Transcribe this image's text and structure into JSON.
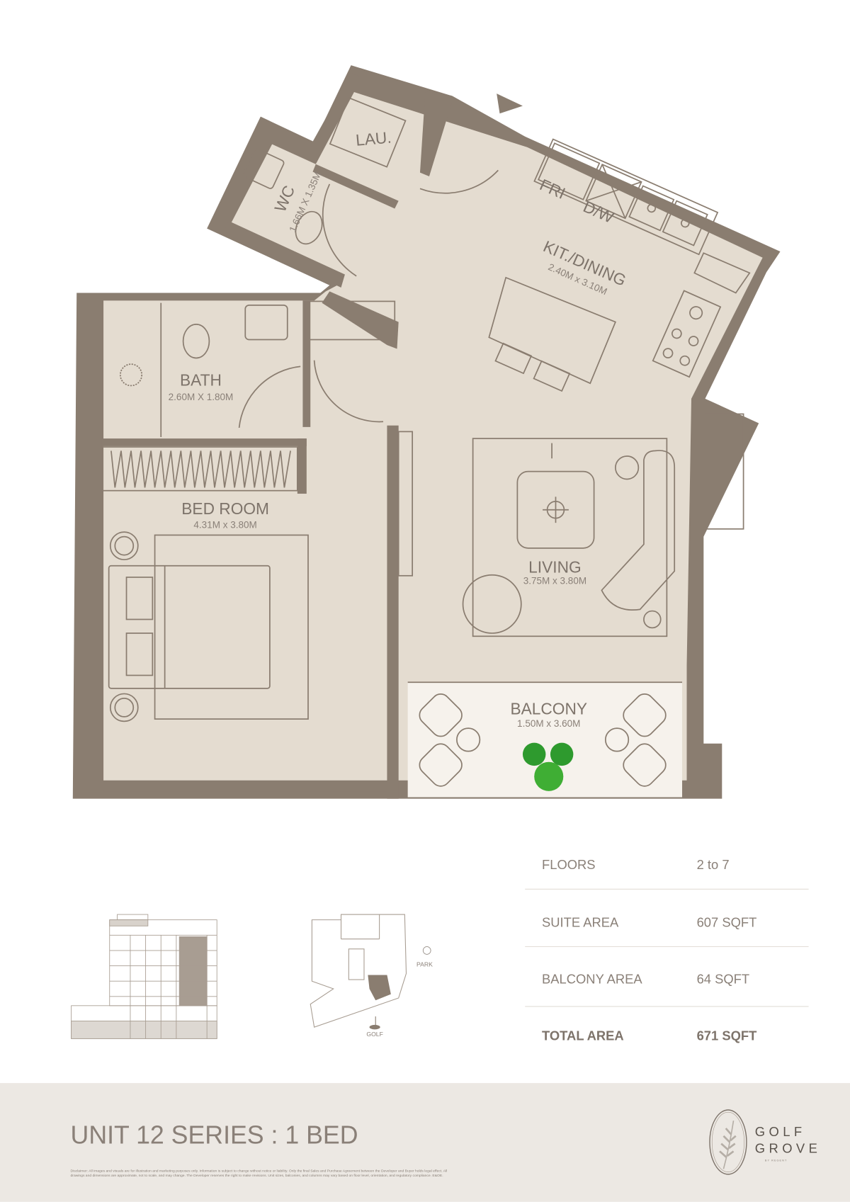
{
  "rooms": {
    "lau": {
      "label": "LAU."
    },
    "wc": {
      "label": "WC",
      "dims": "1.66M X 1.35M"
    },
    "fridge": {
      "label": "FRI"
    },
    "dishwasher": {
      "label": "D/W"
    },
    "kitchen": {
      "label": "KIT./DINING",
      "dims": "2.40M x 3.10M"
    },
    "bath": {
      "label": "BATH",
      "dims": "2.60M X 1.80M"
    },
    "bedroom": {
      "label": "BED ROOM",
      "dims": "4.31M x 3.80M"
    },
    "living": {
      "label": "LIVING",
      "dims": "3.75M x 3.80M"
    },
    "balcony": {
      "label": "BALCONY",
      "dims": "1.50M x 3.60M"
    }
  },
  "keyplan": {
    "park": "PARK",
    "golf": "GOLF"
  },
  "specs": [
    {
      "label": "FLOORS",
      "value": "2 to 7"
    },
    {
      "label": "SUITE AREA",
      "value": "607 SQFT"
    },
    {
      "label": "BALCONY AREA",
      "value": "64 SQFT"
    },
    {
      "label": "TOTAL AREA",
      "value": "671 SQFT"
    }
  ],
  "footer": {
    "title": "UNIT 12 SERIES : 1 BED",
    "disclaimer_line1": "Disclaimer: All images and visuals are for illustration and marketing purposes only. Information is subject to change without notice or liability. Only the final Sales and Purchase Agreement between the Developer and Buyer holds legal effect. All",
    "disclaimer_line2": "drawings and dimensions are approximate, not to scale, and may change. The Developer reserves the right to make revisions. Unit sizes, balconies, and columns may vary based on floor level, orientation, and regulatory compliance. E&OE."
  },
  "logo": {
    "line1": "GOLF",
    "line2": "GROVE",
    "tagline": "BY REGENT"
  },
  "colors": {
    "wall": "#8a7d70",
    "floor": "#e4dcd0",
    "balcony": "#f6f2ec",
    "band": "#ece8e3",
    "plant": "#2e9a2e"
  }
}
